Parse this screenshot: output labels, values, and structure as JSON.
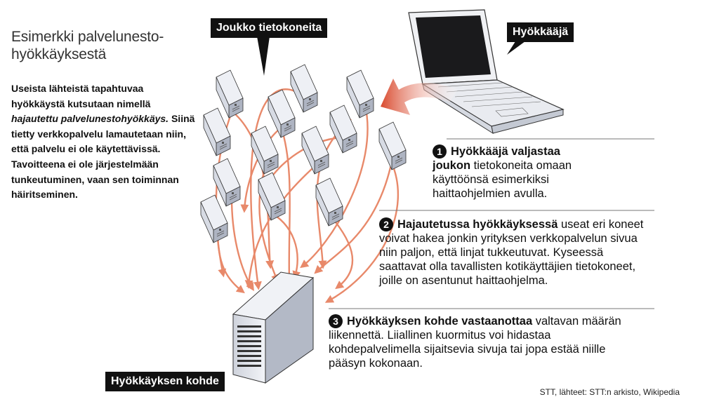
{
  "title": "Esimerkki palvelunesto-hyökkäyksestä",
  "intro": {
    "part1": "Useista lähteistä tapahtuvaa hyökkäystä kutsutaan nimellä ",
    "italic": "hajautettu palvelunestohyökkäys.",
    "part2": " Siinä tietty verkkopalvelu lamautetaan niin, että palvelu ei ole käytettävissä. Tavoitteena ei ole järjestelmään tunkeutuminen, vaan sen toiminnan häiritseminen."
  },
  "labels": {
    "group": "Joukko tietokoneita",
    "attacker": "Hyökkääjä",
    "target": "Hyökkäyksen kohde"
  },
  "steps": [
    {
      "number": "1",
      "bold": "Hyökkääjä valjastaa joukon",
      "text": " tietokoneita omaan käyttöönsä esimerkiksi haittaohjelmien avulla."
    },
    {
      "number": "2",
      "bold": "Hajautetussa hyökkäyksessä",
      "text": " useat eri koneet voivat hakea jonkin yrityksen verkkopalvelun sivua niin paljon, että linjat tukkeutuvat. Kyseessä saattavat olla tavallisten kotikäyttäjien tietokoneet, joille on asentunut haittaohjelma."
    },
    {
      "number": "3",
      "bold": "Hyökkäyksen kohde vastaanottaa",
      "text": " valtavan määrän liikennettä. Liiallinen kuormitus voi hidastaa kohdepalvelimella sijaitsevia sivuja tai jopa estää niille pääsyn kokonaan."
    }
  ],
  "source": "STT, lähteet: STT:n arkisto, Wikipedia",
  "colors": {
    "arrow": "#e8896a",
    "attack_arrow": "#d94a2e",
    "box": "#111111",
    "server_face": "#e4e7ee",
    "server_side": "#b8bdc9"
  },
  "icons": [
    "computer-tower-icon",
    "laptop-icon",
    "server-icon",
    "arrow-icon"
  ]
}
